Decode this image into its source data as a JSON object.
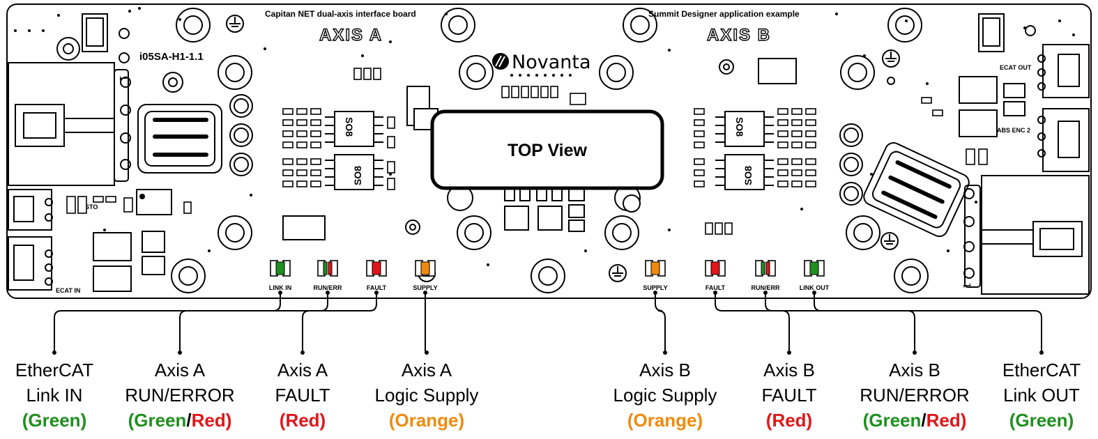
{
  "board": {
    "title_left": "Capitan NET dual-axis interface board",
    "title_right": "Summit Designer application example",
    "axis_a": "AXIS A",
    "axis_b": "AXIS B",
    "part_number": "i05SA-H1-1.1",
    "brand": "Novanta",
    "view_label": "TOP View",
    "ic_label": "SO8",
    "ecat_in": "ECAT IN",
    "ecat_out": "ECAT OUT",
    "abs_enc": "ABS ENC 2",
    "sto": "STO",
    "pin_one": "1"
  },
  "colors": {
    "green": "#1f8f1f",
    "red": "#e0161a",
    "orange": "#f08a0c",
    "outline": "#000000"
  },
  "leds": [
    {
      "silk": "LINK IN",
      "color": "green"
    },
    {
      "silk": "RUN/ERR",
      "color": "green-red"
    },
    {
      "silk": "FAULT",
      "color": "red"
    },
    {
      "silk": "SUPPLY",
      "color": "orange"
    },
    {
      "silk": "SUPPLY",
      "color": "orange"
    },
    {
      "silk": "FAULT",
      "color": "red"
    },
    {
      "silk": "RUN/ERR",
      "color": "green-red"
    },
    {
      "silk": "LINK OUT",
      "color": "green"
    }
  ],
  "callouts": [
    {
      "line1": "EtherCAT",
      "line2": "Link IN",
      "color_a": "(Green)",
      "color_sep": "",
      "color_b": ""
    },
    {
      "line1": "Axis A",
      "line2": "RUN/ERROR",
      "color_a": "(Green",
      "color_sep": "/",
      "color_b": "Red)"
    },
    {
      "line1": "Axis A",
      "line2": "FAULT",
      "color_a": "(Red)",
      "color_sep": "",
      "color_b": ""
    },
    {
      "line1": "Axis A",
      "line2": "Logic Supply",
      "color_a": "(Orange)",
      "color_sep": "",
      "color_b": ""
    },
    {
      "line1": "Axis B",
      "line2": "Logic Supply",
      "color_a": "(Orange)",
      "color_sep": "",
      "color_b": ""
    },
    {
      "line1": "Axis B",
      "line2": "FAULT",
      "color_a": "(Red)",
      "color_sep": "",
      "color_b": ""
    },
    {
      "line1": "Axis B",
      "line2": "RUN/ERROR",
      "color_a": "(Green",
      "color_sep": "/",
      "color_b": "Red)"
    },
    {
      "line1": "EtherCAT",
      "line2": "Link OUT",
      "color_a": "(Green)",
      "color_sep": "",
      "color_b": ""
    }
  ]
}
